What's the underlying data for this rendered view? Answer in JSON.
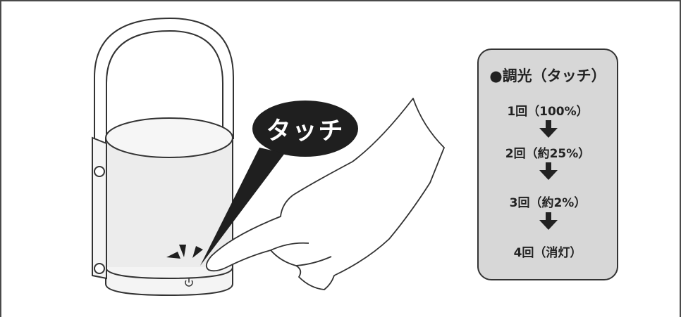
{
  "bubble": {
    "text": "タッチ"
  },
  "panel": {
    "title": "●調光（タッチ）",
    "steps": [
      {
        "label": "1回（100%）"
      },
      {
        "label": "2回（約25%）"
      },
      {
        "label": "3回（約2%）"
      },
      {
        "label": "4回（消灯）"
      }
    ]
  },
  "colors": {
    "bubble_fill": "#1f1f1f",
    "panel_fill": "#d7d7d7",
    "line": "#333333"
  }
}
